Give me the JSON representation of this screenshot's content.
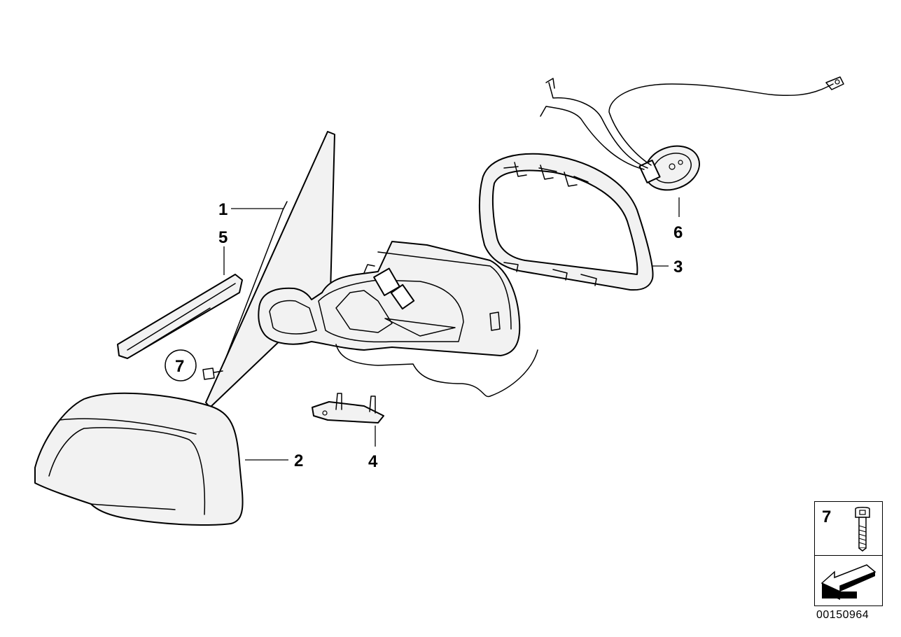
{
  "callouts": [
    {
      "id": "1",
      "label": "1"
    },
    {
      "id": "2",
      "label": "2"
    },
    {
      "id": "3",
      "label": "3"
    },
    {
      "id": "4",
      "label": "4"
    },
    {
      "id": "5",
      "label": "5"
    },
    {
      "id": "6",
      "label": "6"
    },
    {
      "id": "7",
      "label": "7"
    }
  ],
  "legend": {
    "part_number": "7"
  },
  "diagram_id": "00150964"
}
